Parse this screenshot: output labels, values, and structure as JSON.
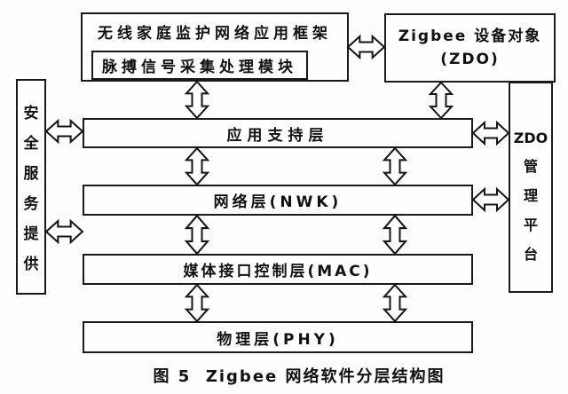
{
  "diagram": {
    "boxes": {
      "app_framework": "无线家庭监护网络应用框架",
      "pulse_module": "脉搏信号采集处理模块",
      "zdo_line1": "Zigbee 设备对象",
      "zdo_line2": "(ZDO)",
      "security_service": "安全服务提供",
      "zdo_platform_heading": "ZDO",
      "zdo_platform_vertical": "管理平台"
    },
    "layers": [
      {
        "id": "aps",
        "label": "应用支持层"
      },
      {
        "id": "nwk",
        "label": "网络层(NWK)"
      },
      {
        "id": "mac",
        "label": "媒体接口控制层(MAC)"
      },
      {
        "id": "phy",
        "label": "物理层(PHY)"
      }
    ],
    "caption": "图 5  Zigbee 网络软件分层结构图",
    "connections": [
      {
        "from": "无线家庭监护网络应用框架",
        "to": "Zigbee 设备对象(ZDO)",
        "type": "bidirectional"
      },
      {
        "from": "无线家庭监护网络应用框架",
        "to": "应用支持层",
        "type": "bidirectional"
      },
      {
        "from": "Zigbee 设备对象(ZDO)",
        "to": "应用支持层",
        "type": "bidirectional"
      },
      {
        "from": "安全服务提供",
        "to": "应用支持层",
        "type": "bidirectional"
      },
      {
        "from": "安全服务提供",
        "to": "网络层(NWK)/媒体接口控制层(MAC)",
        "type": "bidirectional"
      },
      {
        "from": "应用支持层",
        "to": "ZDO管理平台",
        "type": "bidirectional"
      },
      {
        "from": "网络层(NWK)",
        "to": "ZDO管理平台",
        "type": "bidirectional"
      },
      {
        "from": "应用支持层",
        "to": "网络层(NWK)",
        "type": "bidirectional-double"
      },
      {
        "from": "网络层(NWK)",
        "to": "媒体接口控制层(MAC)",
        "type": "bidirectional-double"
      },
      {
        "from": "媒体接口控制层(MAC)",
        "to": "物理层(PHY)",
        "type": "bidirectional-double"
      }
    ],
    "colors": {
      "line": "#1a1a1a",
      "text": "#111111",
      "background": "#fdfdfc",
      "box_fill": "#fefefe"
    }
  }
}
